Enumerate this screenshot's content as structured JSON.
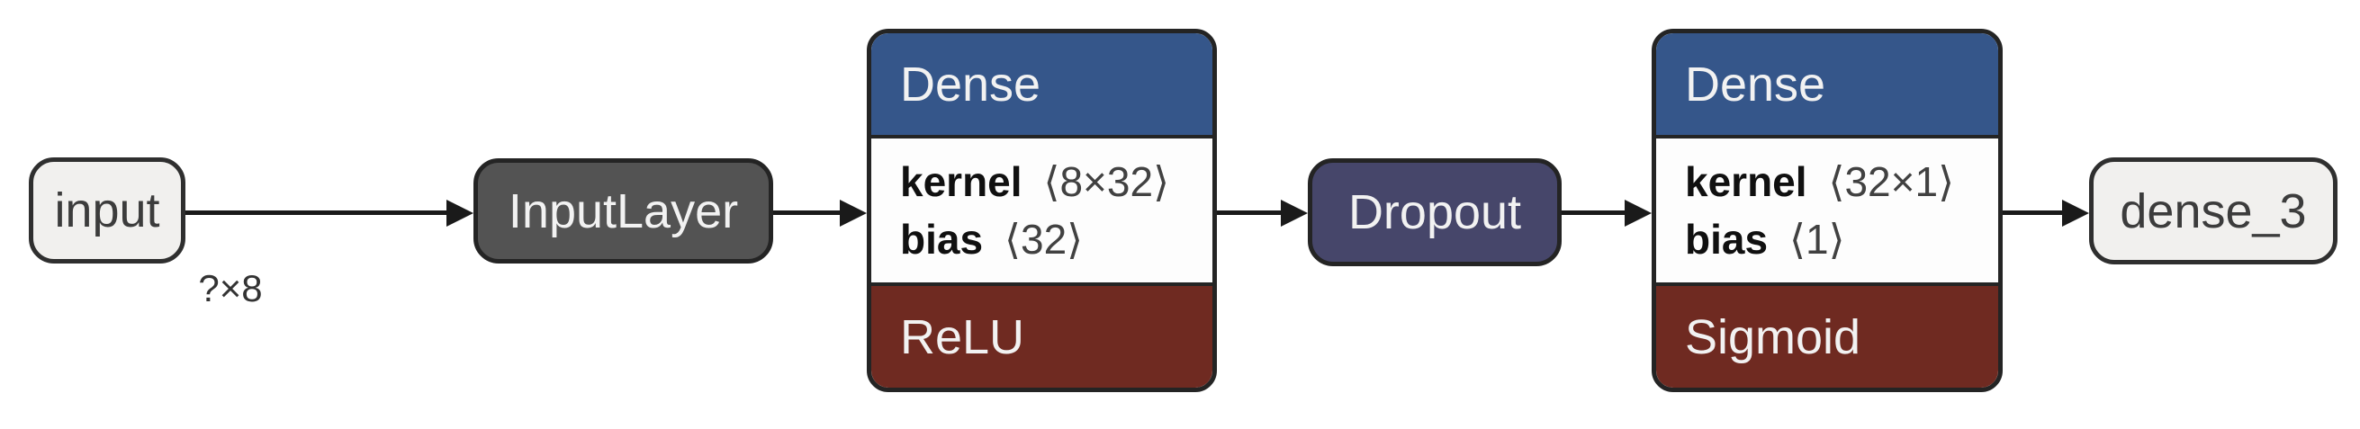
{
  "diagram": {
    "title": "keras-model-graph",
    "nodes": {
      "input": {
        "label": "input"
      },
      "inputlayer": {
        "label": "InputLayer"
      },
      "dense1": {
        "title": "Dense",
        "params": [
          {
            "name": "kernel",
            "shape": "⟨8×32⟩"
          },
          {
            "name": "bias",
            "shape": "⟨32⟩"
          }
        ],
        "activation": "ReLU"
      },
      "dropout": {
        "label": "Dropout"
      },
      "dense2": {
        "title": "Dense",
        "params": [
          {
            "name": "kernel",
            "shape": "⟨32×1⟩"
          },
          {
            "name": "bias",
            "shape": "⟨1⟩"
          }
        ],
        "activation": "Sigmoid"
      },
      "output": {
        "label": "dense_3"
      }
    },
    "edges": {
      "input_shape_label": "?×8"
    },
    "colors": {
      "dense_header": "#35568A",
      "activation": "#6F2A21",
      "dropout": "#46466A",
      "inputlayer": "#535353",
      "io_fill": "#F1F0EE",
      "edge": "#1A1A1A"
    }
  }
}
